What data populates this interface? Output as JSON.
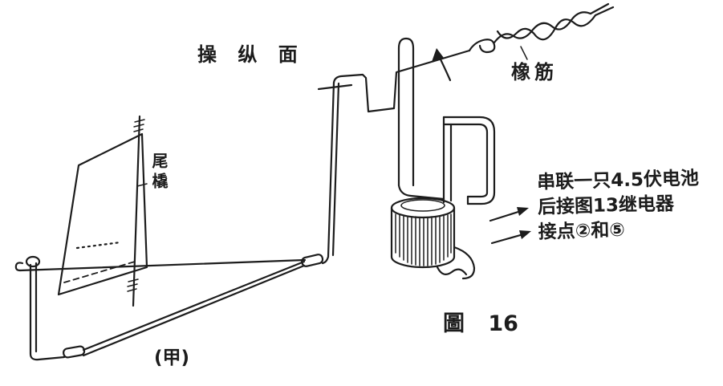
{
  "figure": {
    "caption": "圖 16",
    "variant_label": "(甲)",
    "labels": {
      "control_surface": "操 纵 面",
      "rubber_band": "橡筋",
      "tail_skid": "尾橇"
    },
    "note": {
      "line1": "串联一只4.5伏电池",
      "line2": "后接图13继电器",
      "line3": "接点②和⑤"
    }
  },
  "colors": {
    "ink": "#1c1c1c",
    "paper": "#ffffff"
  }
}
